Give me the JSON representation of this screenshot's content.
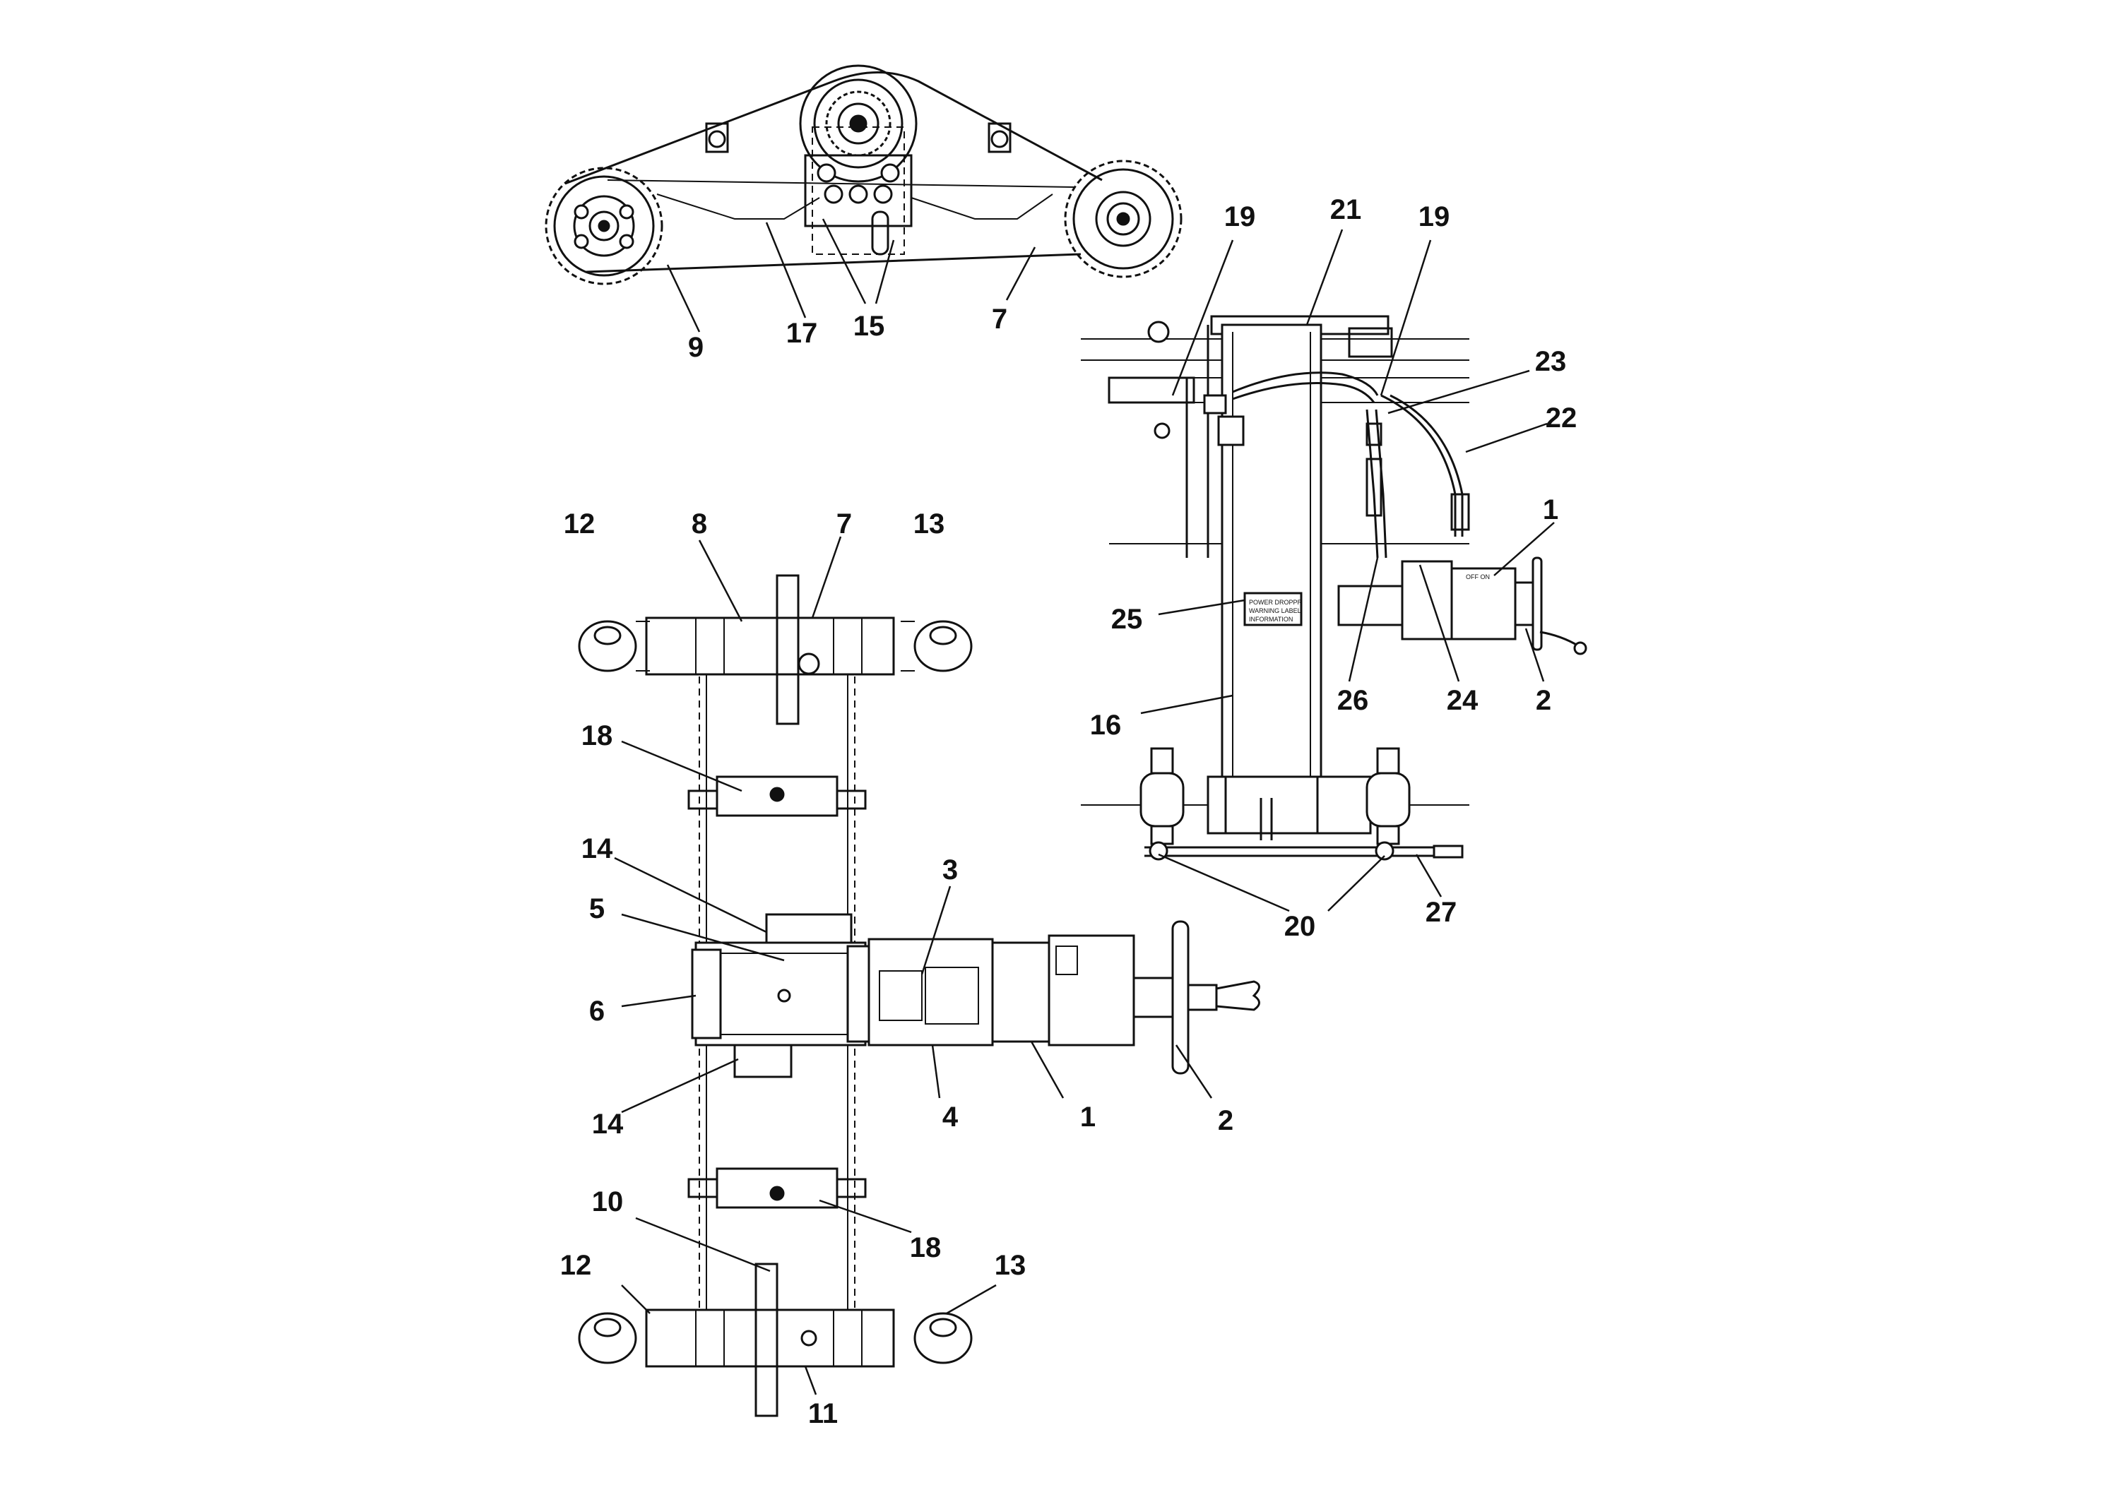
{
  "callouts": [
    {
      "id": "c9",
      "text": "9"
    },
    {
      "id": "c17",
      "text": "17"
    },
    {
      "id": "c15",
      "text": "15"
    },
    {
      "id": "c7top",
      "text": "7"
    },
    {
      "id": "c19a",
      "text": "19"
    },
    {
      "id": "c21",
      "text": "21"
    },
    {
      "id": "c19b",
      "text": "19"
    },
    {
      "id": "c23",
      "text": "23"
    },
    {
      "id": "c22",
      "text": "22"
    },
    {
      "id": "c1r",
      "text": "1"
    },
    {
      "id": "c25",
      "text": "25"
    },
    {
      "id": "c26",
      "text": "26"
    },
    {
      "id": "c24",
      "text": "24"
    },
    {
      "id": "c2r",
      "text": "2"
    },
    {
      "id": "c16",
      "text": "16"
    },
    {
      "id": "c20",
      "text": "20"
    },
    {
      "id": "c27",
      "text": "27"
    },
    {
      "id": "c12a",
      "text": "12"
    },
    {
      "id": "c8",
      "text": "8"
    },
    {
      "id": "c7",
      "text": "7"
    },
    {
      "id": "c13a",
      "text": "13"
    },
    {
      "id": "c18a",
      "text": "18"
    },
    {
      "id": "c14a",
      "text": "14"
    },
    {
      "id": "c3",
      "text": "3"
    },
    {
      "id": "c5",
      "text": "5"
    },
    {
      "id": "c6",
      "text": "6"
    },
    {
      "id": "c14b",
      "text": "14"
    },
    {
      "id": "c4",
      "text": "4"
    },
    {
      "id": "c1",
      "text": "1"
    },
    {
      "id": "c2",
      "text": "2"
    },
    {
      "id": "c18b",
      "text": "18"
    },
    {
      "id": "c10",
      "text": "10"
    },
    {
      "id": "c12b",
      "text": "12"
    },
    {
      "id": "c13b",
      "text": "13"
    },
    {
      "id": "c11",
      "text": "11"
    }
  ],
  "plate_text": {
    "line1": "POWER DROPPR",
    "line2": "WARNING LABEL",
    "line3": "INFORMATION"
  },
  "controller_label": "OFF  ON"
}
